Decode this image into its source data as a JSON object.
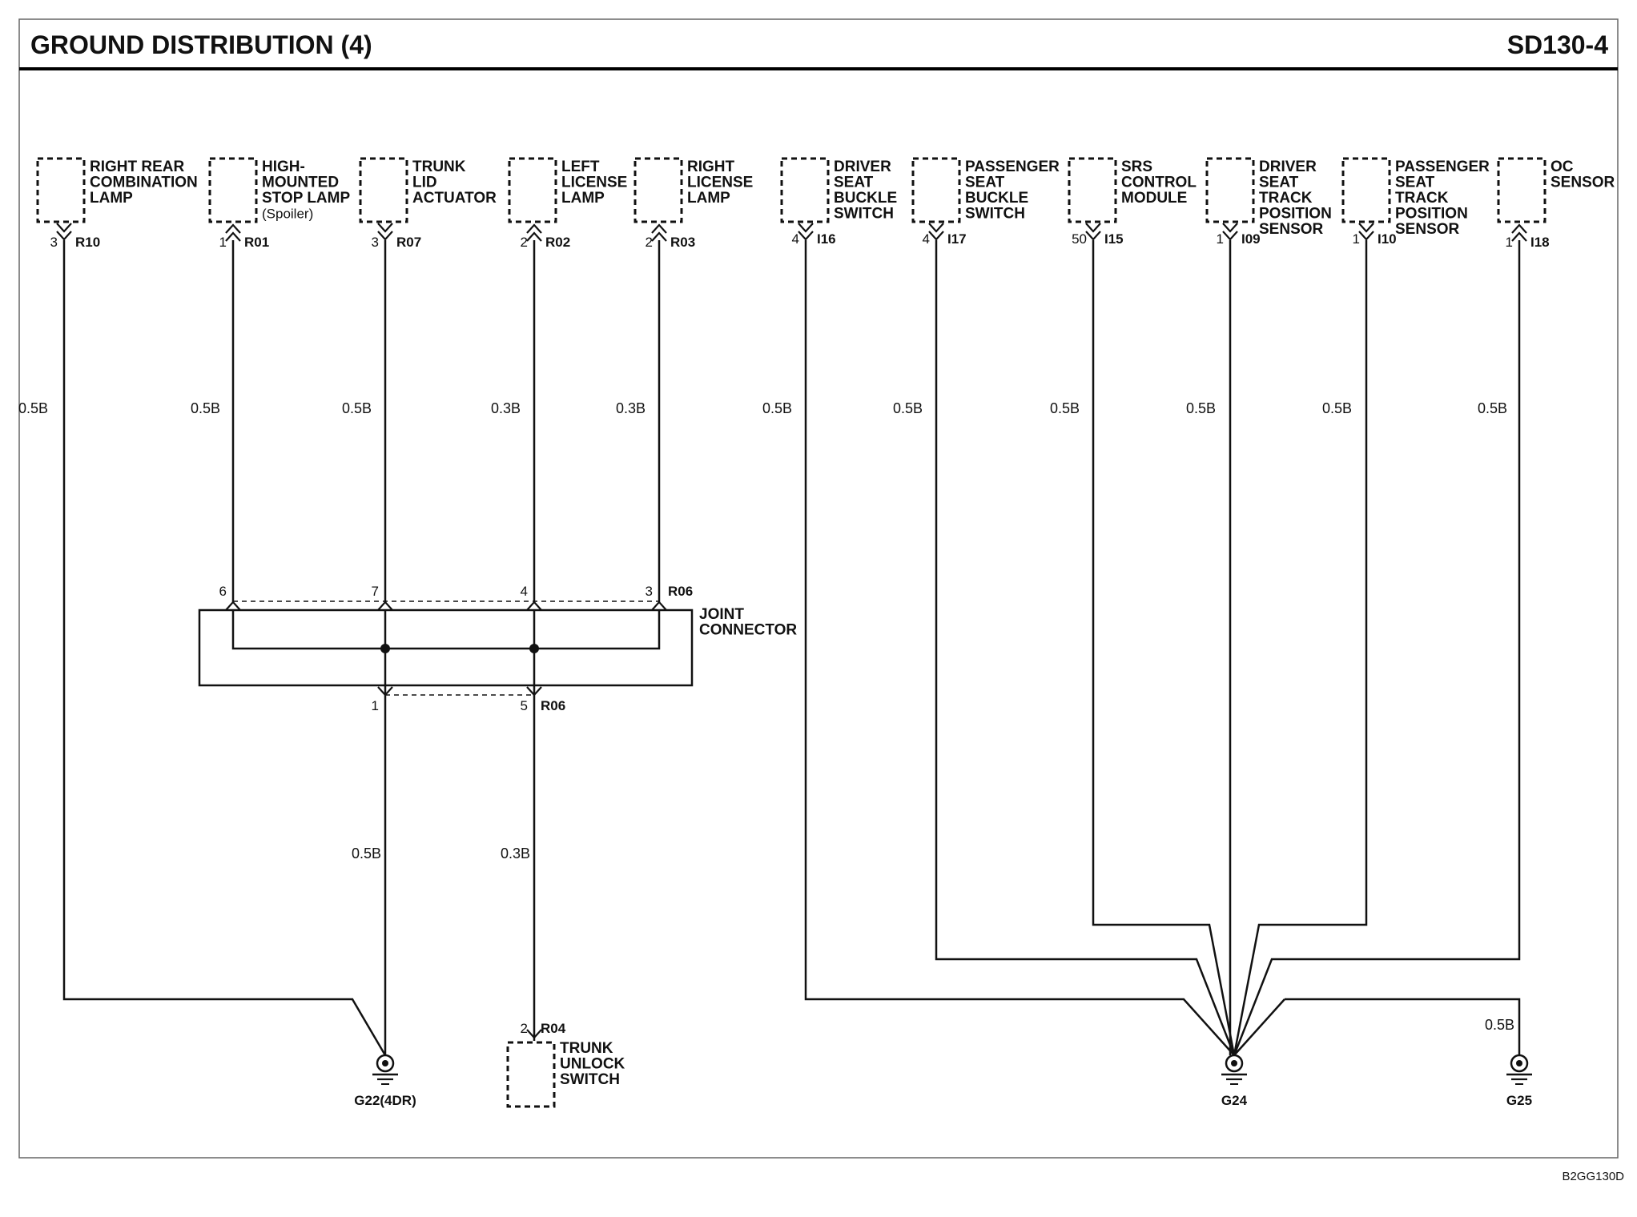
{
  "header": {
    "title": "GROUND DISTRIBUTION (4)",
    "page_code": "SD130-4"
  },
  "footer_code": "B2GG130D",
  "components": [
    {
      "id": "right-rear-combination-lamp",
      "lines": [
        "RIGHT REAR",
        "COMBINATION",
        "LAMP"
      ],
      "pin": "3",
      "connector": "R10",
      "wire": "0.5B"
    },
    {
      "id": "high-mounted-stop-lamp",
      "lines": [
        "HIGH-",
        "MOUNTED",
        "STOP LAMP"
      ],
      "note": "(Spoiler)",
      "pin": "1",
      "connector": "R01",
      "wire": "0.5B"
    },
    {
      "id": "trunk-lid-actuator",
      "lines": [
        "TRUNK",
        "LID",
        "ACTUATOR"
      ],
      "pin": "3",
      "connector": "R07",
      "wire": "0.5B"
    },
    {
      "id": "left-license-lamp",
      "lines": [
        "LEFT",
        "LICENSE",
        "LAMP"
      ],
      "pin": "2",
      "connector": "R02",
      "wire": "0.3B"
    },
    {
      "id": "right-license-lamp",
      "lines": [
        "RIGHT",
        "LICENSE",
        "LAMP"
      ],
      "pin": "2",
      "connector": "R03",
      "wire": "0.3B"
    },
    {
      "id": "driver-seat-buckle-switch",
      "lines": [
        "DRIVER",
        "SEAT",
        "BUCKLE",
        "SWITCH"
      ],
      "pin": "4",
      "connector": "I16",
      "wire": "0.5B"
    },
    {
      "id": "passenger-seat-buckle-switch",
      "lines": [
        "PASSENGER",
        "SEAT",
        "BUCKLE",
        "SWITCH"
      ],
      "pin": "4",
      "connector": "I17",
      "wire": "0.5B"
    },
    {
      "id": "srs-control-module",
      "lines": [
        "SRS",
        "CONTROL",
        "MODULE"
      ],
      "pin": "50",
      "connector": "I15",
      "wire": "0.5B"
    },
    {
      "id": "driver-seat-track-position-sensor",
      "lines": [
        "DRIVER",
        "SEAT",
        "TRACK",
        "POSITION",
        "SENSOR"
      ],
      "pin": "1",
      "connector": "I09",
      "wire": "0.5B"
    },
    {
      "id": "passenger-seat-track-position-sensor",
      "lines": [
        "PASSENGER",
        "SEAT",
        "TRACK",
        "POSITION",
        "SENSOR"
      ],
      "pin": "1",
      "connector": "I10",
      "wire": "0.5B"
    },
    {
      "id": "oc-sensor",
      "lines": [
        "OC",
        "SENSOR"
      ],
      "pin": "1",
      "connector": "I18",
      "wire": "0.5B"
    }
  ],
  "joint_connector": {
    "lines": [
      "JOINT",
      "CONNECTOR"
    ],
    "connector": "R06",
    "top_pins": [
      "6",
      "7",
      "4",
      "3"
    ],
    "bottom_pins": [
      "1",
      "5"
    ],
    "out_wires": [
      "0.5B",
      "0.3B"
    ]
  },
  "trunk_unlock_switch": {
    "lines": [
      "TRUNK",
      "UNLOCK",
      "SWITCH"
    ],
    "pin": "2",
    "connector": "R04"
  },
  "grounds": [
    {
      "id": "g22",
      "label": "G22(4DR)"
    },
    {
      "id": "g24",
      "label": "G24"
    },
    {
      "id": "g25",
      "label": "G25",
      "wire": "0.5B"
    }
  ]
}
